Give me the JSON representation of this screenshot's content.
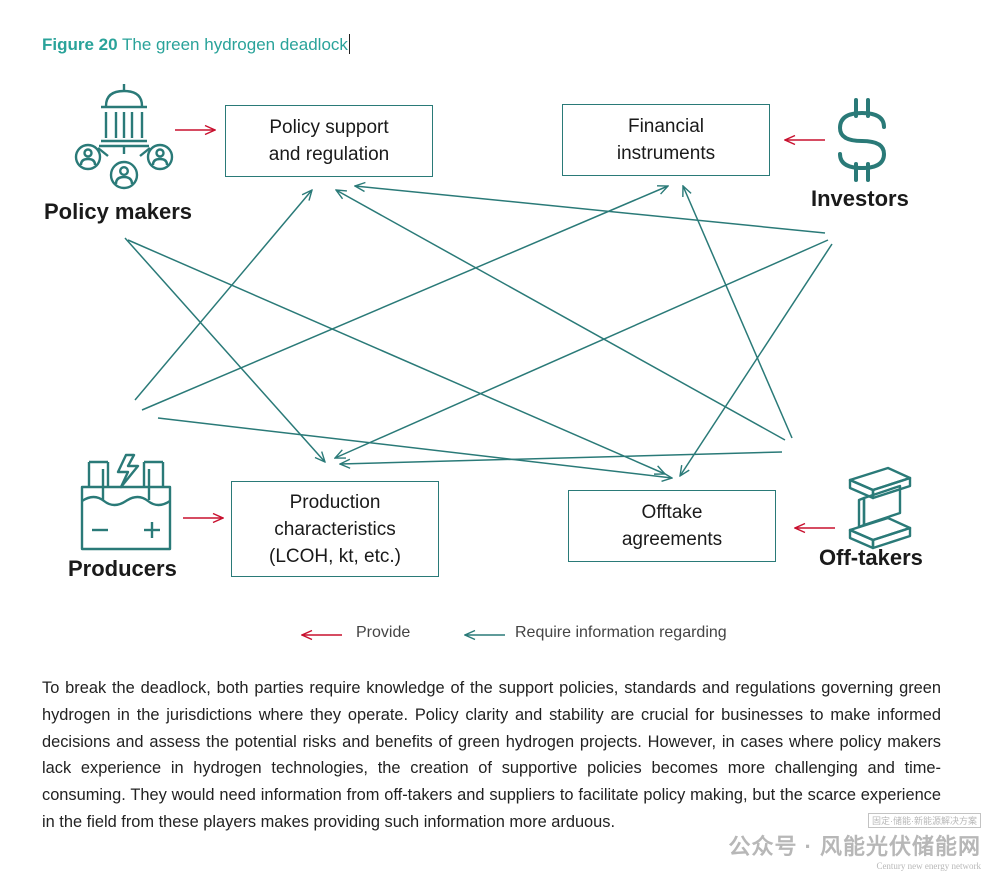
{
  "figure": {
    "number": "Figure 20",
    "title": "The green hydrogen deadlock"
  },
  "boxes": {
    "policy_support": [
      "Policy support",
      "and regulation"
    ],
    "financial_instruments": [
      "Financial",
      "instruments"
    ],
    "production_characteristics": [
      "Production",
      "characteristics",
      "(LCOH, kt, etc.)"
    ],
    "offtake_agreements": [
      "Offtake",
      "agreements"
    ]
  },
  "actors": {
    "policy_makers": "Policy makers",
    "investors": "Investors",
    "producers": "Producers",
    "off_takers": "Off-takers"
  },
  "icons": {
    "policy_makers": "government-building-people-icon",
    "investors": "dollar-sign-icon",
    "producers": "battery-icon",
    "off_takers": "steel-beam-icon"
  },
  "legend": {
    "provide": "Provide",
    "require": "Require information regarding"
  },
  "colors": {
    "provide": "#c8102e",
    "require": "#2a7a78",
    "title": "#2aa39a",
    "icon": "#2a7a78"
  },
  "paragraph": "To break the deadlock, both parties require knowledge of the support policies, standards and regulations governing green hydrogen in the jurisdictions where they operate. Policy clarity and stability are crucial for businesses to make informed decisions and assess the potential risks and benefits of green hydrogen projects. However, in cases where policy makers lack experience in hydrogen technologies, the creation of supportive policies becomes more challenging and time-consuming. They would need information from off-takers and suppliers to facilitate policy making, but the scarce experience in the field from these players makes providing such information more arduous.",
  "watermark": {
    "tag": "固定·储能·新能源解决方案",
    "main": "公众号 · 风能光伏储能网",
    "sub": "Century new energy network"
  }
}
